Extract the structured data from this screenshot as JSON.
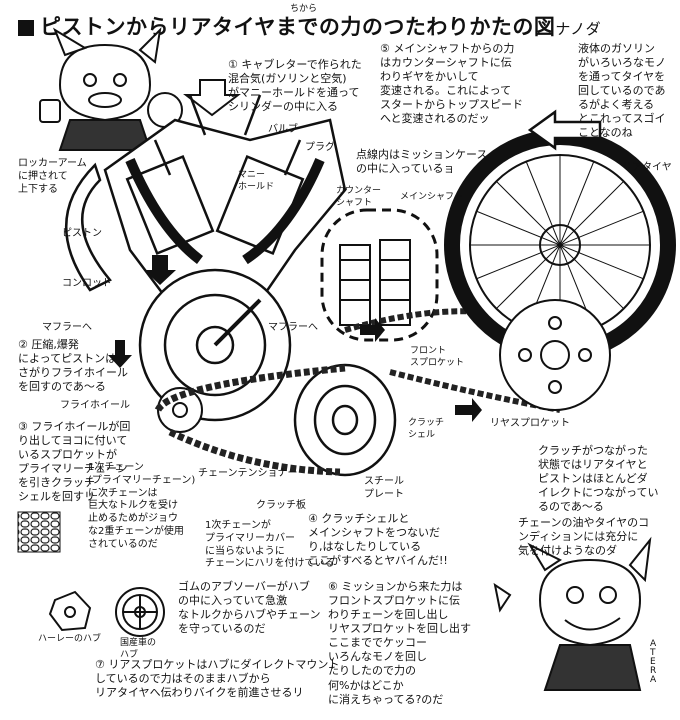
{
  "title": "ピストンからリアタイヤまでの力のつたわりかたの図",
  "title_suffix": "ナノダ",
  "ruby": "ちから",
  "notes": {
    "n1": "① キャブレターで作られた\n混合気(ガソリンと空気)\nがマニーホールドを通って\nシリンダーの中に入る",
    "n5": "⑤ メインシャフトからの力\nはカウンターシャフトに伝\nわりギヤをかいして\n変速される。これによって\nスタートからトップスピード\nへと変速されるのだッ",
    "n_top_right": "液体のガソリン\nがいろいろなモノ\nを通ってタイヤを\n回しているのであ\nるがよく考える\nとこれってスゴイ\nことなのね",
    "dotted": "点線内はミッションケース\nの中に入っているョ",
    "n2": "② 圧縮,爆発\nによってピストンは\nさがりフライホイール\nを回すのであ〜る",
    "n3": "③ フライホイールが回\nり出してヨコに付いて\nいるスプロケットが\nプライマリーチェーン\nを引きクラッチ\nシェルを回すリ",
    "n_primary": "1次チェーン\n(プライマリーチェーン)\nに次チェーンは\n巨大なトルクを受け\n止めるためがジョウ\nな2重チェーンが使用\nされているのだ",
    "n_guide": "1次チェーンが\nプライマリーカバー\nに当らないように\nチェーンにハリを付けている",
    "n4": "④ クラッチシェルと\nメインシャフトをつないだ\nり,はなしたりしている\nここがすべるとヤバイんだ!!",
    "n_clutch": "クラッチがつながった\n状態ではリアタイヤと\nピストンはほとんどダ\nイレクトにつながってい\nるのであ〜る",
    "n_chain": "チェーンの油やタイヤのコ\nンディションには充分に\n気を付けようなのダ",
    "n_rubber": "ゴムのアブソーバーがハブ\nの中に入っていて急激\nなトルクからハブやチェーン\nを守っているのだ",
    "n6": "⑥ ミッションから来た力は\nフロントスプロケットに伝\nわりチェーンを回し出し\nリヤスプロケットを回し出す\nここまででケッコー\nいろんなモノを回し\nたりしたので力の\n何%かはどこか\nに消えちゃってる?のだ",
    "n7": "⑦ リアスプロケットはハブにダイレクトマウント\nしているので力はそのままハブから\nリアタイヤへ伝わりバイクを前進させるリ"
  },
  "labels": {
    "rocker": "ロッカーアーム\nに押されて\n上下する",
    "valve": "バルブ",
    "plug": "プラグ",
    "manifold": "マニー\nホールド",
    "piston": "ピストン",
    "conrod": "コンロッド",
    "muffler_l": "マフラーへ",
    "muffler_r": "マフラーへ",
    "flywheel": "フライホイール",
    "counter": "カウンター\nシャフト",
    "main": "メインシャフト",
    "rear_tire": "リアタイヤ",
    "front_sprocket": "フロント\nスプロケット",
    "rear_sprocket": "リヤスプロケット",
    "clutch_shell": "クラッチ\nシェル",
    "tensioner": "チェーンテンショナー",
    "clutch_plate": "クラッチ板",
    "steel_plate": "スチール\nプレート",
    "harley_hub": "ハーレーのハブ",
    "jp_hub": "国産車の\nハブ",
    "signature": "ATERA"
  }
}
